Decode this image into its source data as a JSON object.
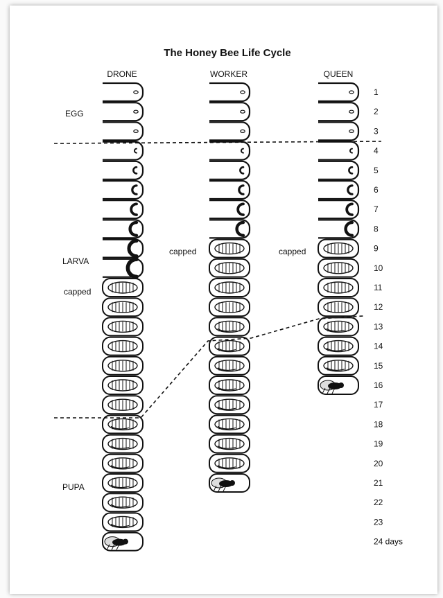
{
  "title": "The Honey Bee Life Cycle",
  "columns": [
    {
      "label": "DRONE",
      "total_days": 24,
      "capped_day": 11,
      "larva_start": 4,
      "pupa_start": 18
    },
    {
      "label": "WORKER",
      "total_days": 21,
      "capped_day": 9,
      "larva_start": 4,
      "pupa_start": 13
    },
    {
      "label": "QUEEN",
      "total_days": 16,
      "capped_day": 9,
      "larva_start": 4,
      "pupa_start": 13
    }
  ],
  "stages": {
    "egg": "EGG",
    "larva": "LARVA",
    "pupa": "PUPA"
  },
  "capped_label": "capped",
  "day_numbers": [
    "1",
    "2",
    "3",
    "4",
    "5",
    "6",
    "7",
    "8",
    "9",
    "10",
    "11",
    "12",
    "13",
    "14",
    "15",
    "16",
    "17",
    "18",
    "19",
    "20",
    "21",
    "22",
    "23",
    "24 days"
  ],
  "colors": {
    "ink": "#111111",
    "background": "#ffffff"
  }
}
